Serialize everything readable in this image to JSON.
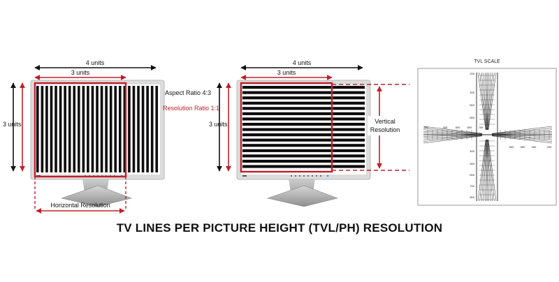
{
  "title": "TV LINES PER PICTURE HEIGHT  (TVL/PH) RESOLUTION",
  "colors": {
    "red": "#c0202a",
    "black": "#111111",
    "bezel": "#d8d8d8"
  },
  "monitor_left": {
    "top_width_label": "4 units",
    "inner_width_label": "3 units",
    "height_label": "3 units",
    "aspect_ratio": "Aspect Ratio 4:3",
    "resolution_ratio": "Resolution Ratio 1:1",
    "bottom_label": "Horizontal Resolution",
    "pattern": "vertical-stripes"
  },
  "monitor_right": {
    "top_width_label": "4 units",
    "inner_width_label": "3 units",
    "height_label": "3 units",
    "side_label_line1": "Vertical",
    "side_label_line2": "Resolution",
    "pattern": "horizontal-stripes"
  },
  "tvl_scale": {
    "title": "TVL SCALE",
    "top_ticks": [
      "200",
      "400",
      "500",
      "600"
    ],
    "left_ticks": [
      "200",
      "400",
      "500",
      "600",
      "700"
    ],
    "right_ticks": [
      "600",
      "500",
      "400",
      "200"
    ],
    "bottom_ticks": [
      "400",
      "500",
      "600",
      "700",
      "800"
    ]
  }
}
